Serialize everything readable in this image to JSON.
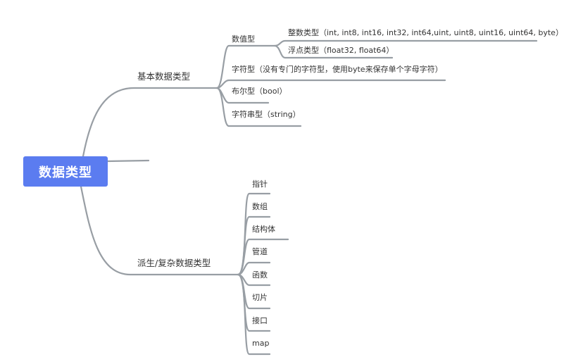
{
  "colors": {
    "root_fill": "#5B7CF0",
    "line": "#989ea4",
    "text": "#333333"
  },
  "root": {
    "label": "数据类型"
  },
  "branches": [
    {
      "label": "基本数据类型",
      "children": [
        {
          "label": "数值型",
          "children": [
            {
              "label": "整数类型（int, int8, int16, int32, int64,uint, uint8, uint16, uint64, byte）"
            },
            {
              "label": "浮点类型（float32, float64）"
            }
          ]
        },
        {
          "label": "字符型（没有专门的字符型，使用byte来保存单个字母字符）"
        },
        {
          "label": "布尔型（bool）"
        },
        {
          "label": "字符串型（string）"
        }
      ]
    },
    {
      "label": "派生/复杂数据类型",
      "children": [
        {
          "label": "指针"
        },
        {
          "label": "数组"
        },
        {
          "label": "结构体"
        },
        {
          "label": "管道"
        },
        {
          "label": "函数"
        },
        {
          "label": "切片"
        },
        {
          "label": "接口"
        },
        {
          "label": "map"
        }
      ]
    }
  ]
}
